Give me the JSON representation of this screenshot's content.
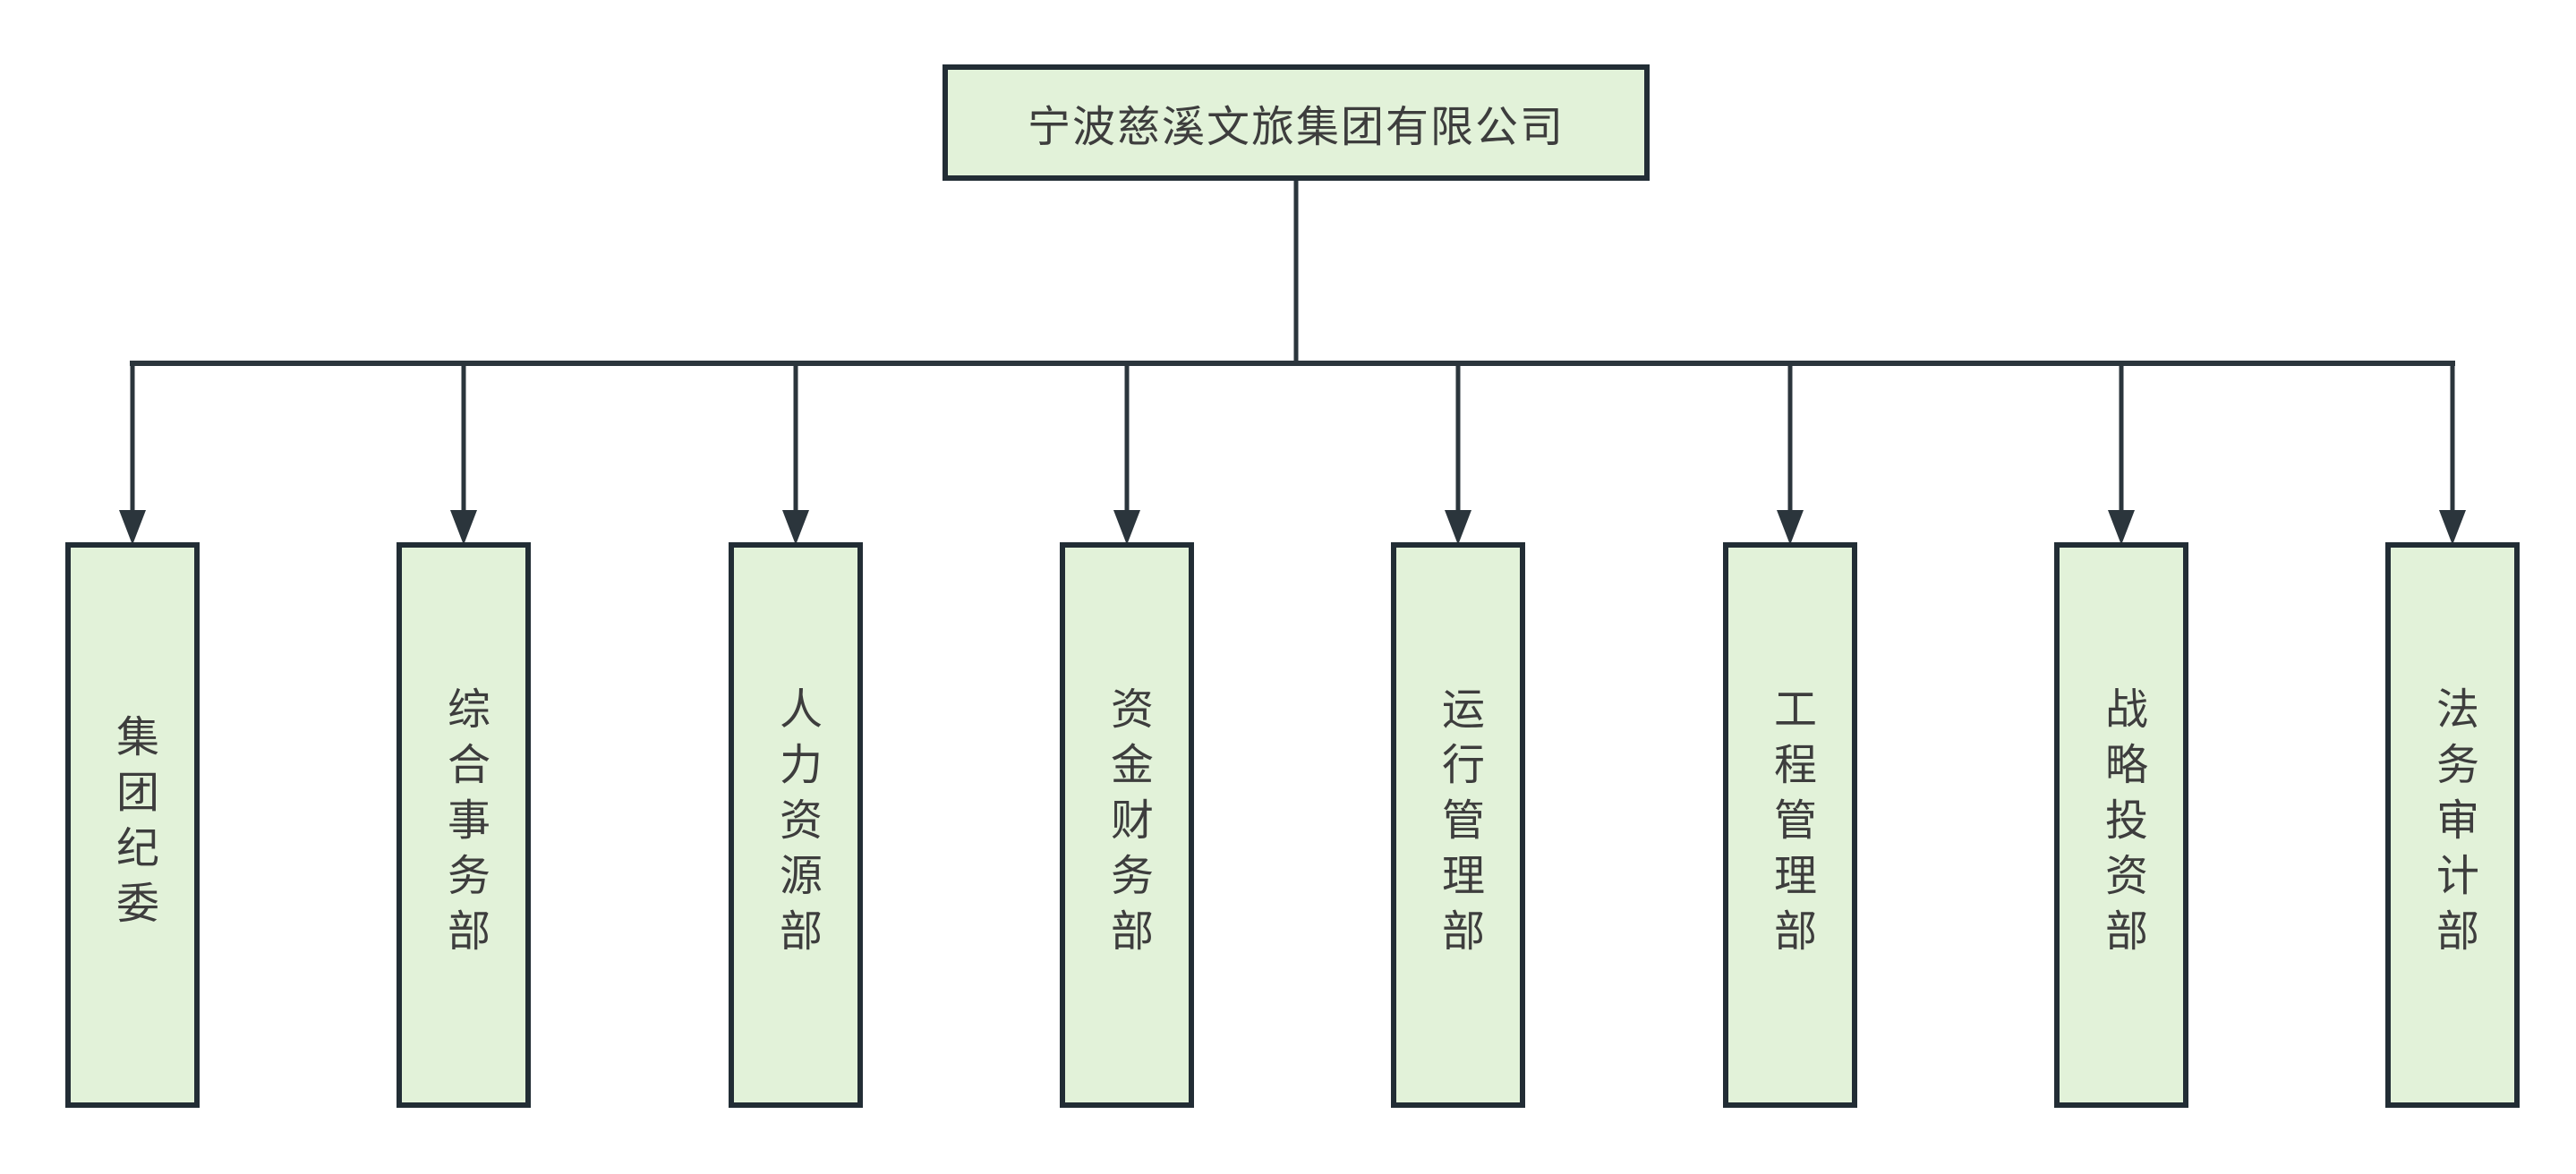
{
  "chart": {
    "type": "org-chart",
    "root": {
      "label": "宁波慈溪文旅集团有限公司"
    },
    "departments": [
      {
        "label": "集团纪委"
      },
      {
        "label": "综合事务部"
      },
      {
        "label": "人力资源部"
      },
      {
        "label": "资金财务部"
      },
      {
        "label": "运行管理部"
      },
      {
        "label": "工程管理部"
      },
      {
        "label": "战略投资部"
      },
      {
        "label": "法务审计部"
      }
    ],
    "colors": {
      "node_fill": "#e2f2d9",
      "node_border": "#222d35",
      "connector": "#2b353c",
      "text": "#3d3d3d",
      "background": "#ffffff"
    }
  }
}
